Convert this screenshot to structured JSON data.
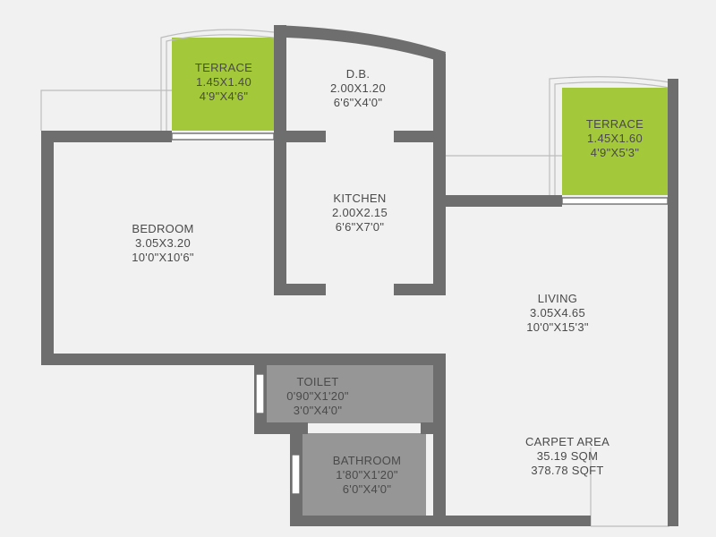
{
  "colors": {
    "background": "#f1f1f1",
    "wall": "#6e6e6e",
    "terrace": "#a3c83a",
    "wet_area": "#969696",
    "outline": "#bdbdbd"
  },
  "rooms": {
    "terrace_left": {
      "name": "TERRACE",
      "metric": "1.45X1.40",
      "imperial": "4'9\"X4'6\""
    },
    "db": {
      "name": "D.B.",
      "metric": "2.00X1.20",
      "imperial": "6'6\"X4'0\""
    },
    "terrace_right": {
      "name": "TERRACE",
      "metric": "1.45X1.60",
      "imperial": "4'9\"X5'3\""
    },
    "kitchen": {
      "name": "KITCHEN",
      "metric": "2.00X2.15",
      "imperial": "6'6\"X7'0\""
    },
    "bedroom": {
      "name": "BEDROOM",
      "metric": "3.05X3.20",
      "imperial": "10'0\"X10'6\""
    },
    "living": {
      "name": "LIVING",
      "metric": "3.05X4.65",
      "imperial": "10'0\"X15'3\""
    },
    "toilet": {
      "name": "TOILET",
      "metric": "0'90\"X1'20\"",
      "imperial": "3'0\"X4'0\""
    },
    "bathroom": {
      "name": "BATHROOM",
      "metric": "1'80\"X1'20\"",
      "imperial": "6'0\"X4'0\""
    }
  },
  "carpet_area": {
    "title": "CARPET AREA",
    "sqm": "35.19 SQM",
    "sqft": "378.78 SQFT"
  }
}
